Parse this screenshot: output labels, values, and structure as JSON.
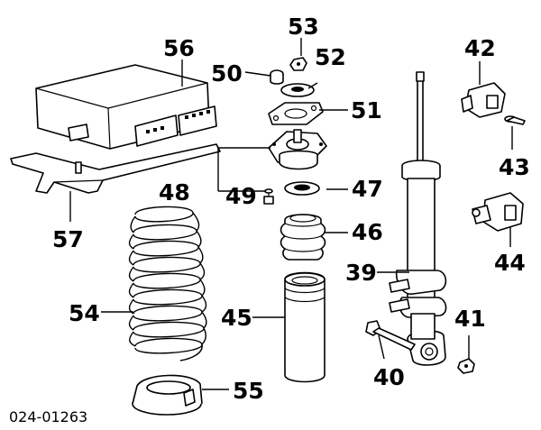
{
  "diagram": {
    "reference_number": "024-01263",
    "callouts": {
      "c39": "39",
      "c40": "40",
      "c41": "41",
      "c42": "42",
      "c43": "43",
      "c44": "44",
      "c45": "45",
      "c46": "46",
      "c47": "47",
      "c48": "48",
      "c49": "49",
      "c50": "50",
      "c51": "51",
      "c52": "52",
      "c53": "53",
      "c54": "54",
      "c55": "55",
      "c56": "56",
      "c57": "57"
    }
  }
}
